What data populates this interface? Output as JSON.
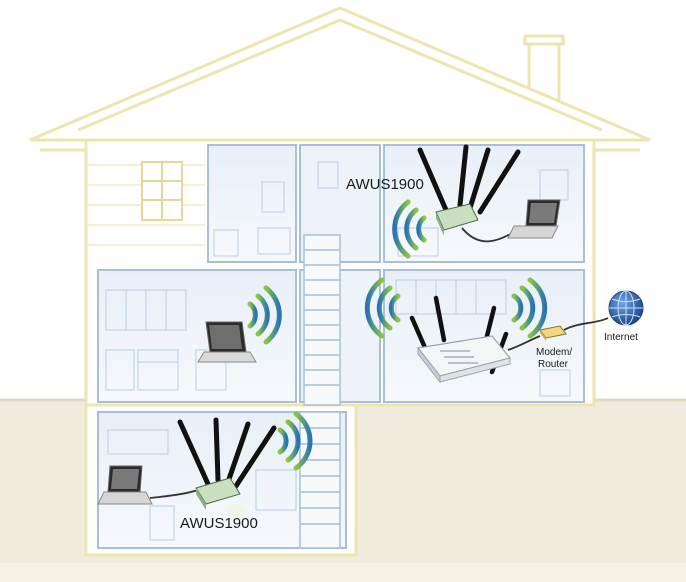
{
  "labels": {
    "device_top": "AWUS1900",
    "device_bottom": "AWUS1900",
    "modem_line1": "Modem/",
    "modem_line2": "Router",
    "internet": "Internet"
  },
  "colors": {
    "house_outline": "#efe8b8",
    "room_fill": "#eaf1f8",
    "room_border": "#9fb8d2",
    "ground": "#eee6d6",
    "signal_green": "#7fb83c",
    "signal_blue": "#2d7bb8",
    "device_green": "#c9dfc0",
    "router_white": "#f2f4f6",
    "globe_blue": "#1f5fa8"
  },
  "icons": [
    "laptop-icon",
    "wifi-adapter-icon",
    "router-icon",
    "signal-waves-icon",
    "globe-icon",
    "modem-icon"
  ]
}
